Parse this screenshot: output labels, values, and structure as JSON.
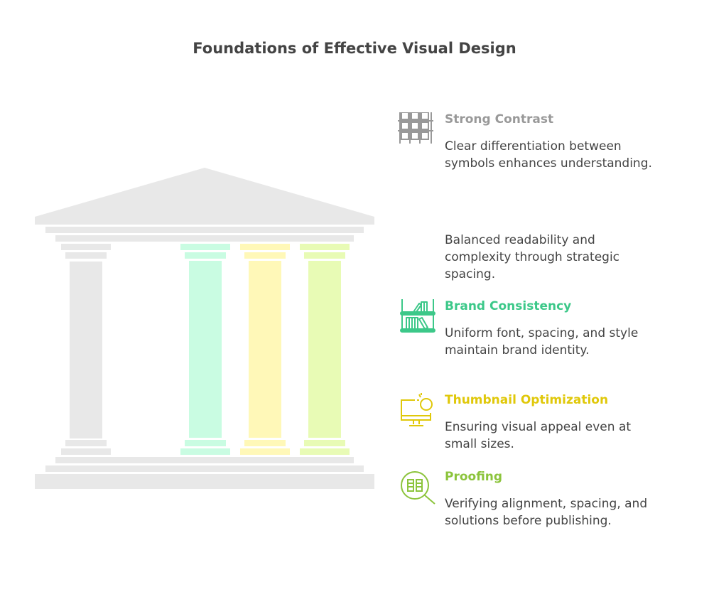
{
  "title": "Foundations of Effective Visual Design",
  "colors": {
    "temple": "#e8e8e8",
    "pillar_green": "#c9fce2",
    "pillar_yellow": "#fff8b8",
    "pillar_lime": "#e8fbb5"
  },
  "items": [
    {
      "heading": "Strong Contrast",
      "body": "Clear differentiation between symbols enhances understanding.",
      "color": "#999999",
      "icon": "grid-icon"
    },
    {
      "heading": "",
      "body": "Balanced readability and complexity through strategic spacing.",
      "color": "#444444",
      "icon": ""
    },
    {
      "heading": "Brand Consistency",
      "body": "Uniform font, spacing, and style maintain brand identity.",
      "color": "#3cc889",
      "icon": "bookshelf-icon"
    },
    {
      "heading": "Thumbnail Optimization",
      "body": "Ensuring visual appeal even at small sizes.",
      "color": "#e0c80a",
      "icon": "monitor-magnifier-icon"
    },
    {
      "heading": "Proofing",
      "body": "Verifying alignment, spacing, and solutions before publishing.",
      "color": "#8cc43c",
      "icon": "proofing-magnifier-icon"
    }
  ]
}
